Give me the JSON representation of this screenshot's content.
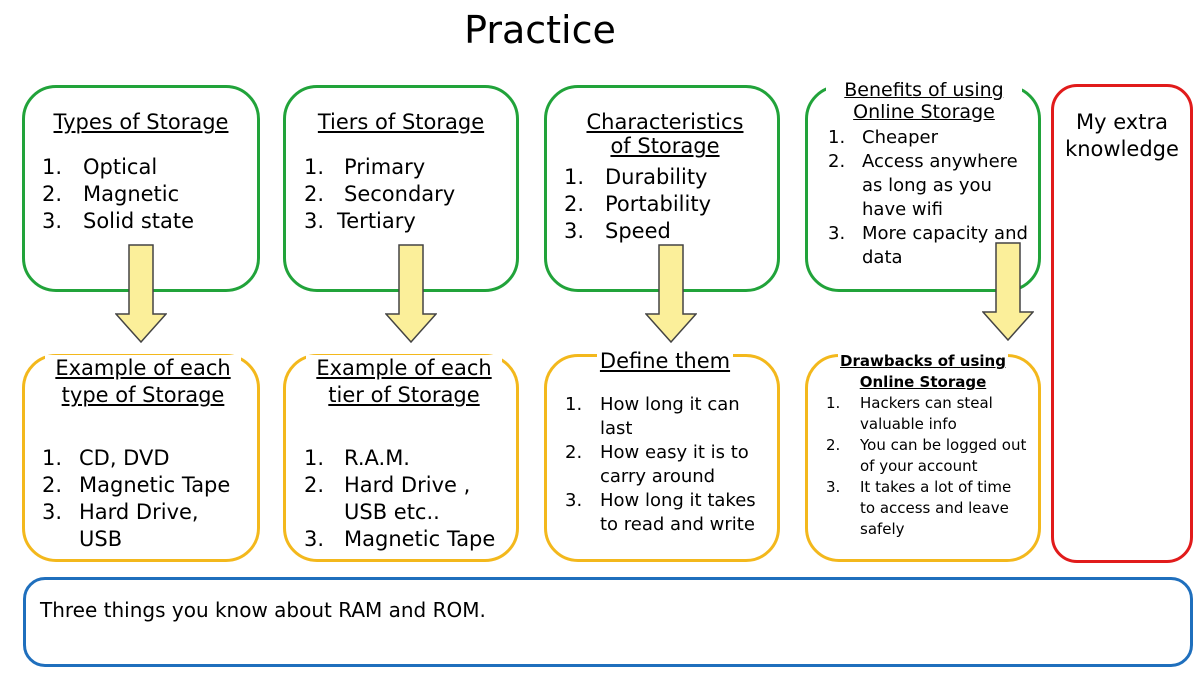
{
  "title": "Practice",
  "top_boxes": [
    {
      "heading": "Types of Storage",
      "items": [
        "Optical",
        "Magnetic",
        "Solid state"
      ]
    },
    {
      "heading": "Tiers of Storage",
      "items": [
        "Primary",
        "Secondary",
        "Tertiary"
      ]
    },
    {
      "heading": "Characteristics of Storage",
      "items": [
        "Durability",
        "Portability",
        "Speed"
      ]
    },
    {
      "heading": "Benefits of using Online Storage",
      "items": [
        "Cheaper",
        "Access anywhere as long as you have wifi",
        "More capacity and data"
      ]
    }
  ],
  "bottom_boxes": [
    {
      "heading": "Example of each type of Storage",
      "items": [
        "CD, DVD",
        "Magnetic Tape",
        "Hard Drive, USB"
      ]
    },
    {
      "heading": "Example of each tier of Storage",
      "items": [
        "R.A.M.",
        "Hard Drive , USB etc..",
        "Magnetic Tape"
      ]
    },
    {
      "heading": "Define them",
      "items": [
        "How long it can last",
        "How easy it is to carry around",
        "How long it takes to read and write"
      ]
    },
    {
      "heading": "Drawbacks of using Online Storage",
      "items": [
        "Hackers can steal valuable info",
        "You can be logged out of your account",
        "It takes a lot of time to access and leave safely"
      ]
    }
  ],
  "extra_box": {
    "text": "My extra knowledge"
  },
  "bottom_prompt": {
    "text": "Three things you know about RAM and ROM."
  },
  "colors": {
    "green": "#21a33a",
    "orange": "#f3b81c",
    "red": "#e11b1b",
    "blue": "#1f6fbd",
    "arrow_fill": "#fbef9a"
  }
}
